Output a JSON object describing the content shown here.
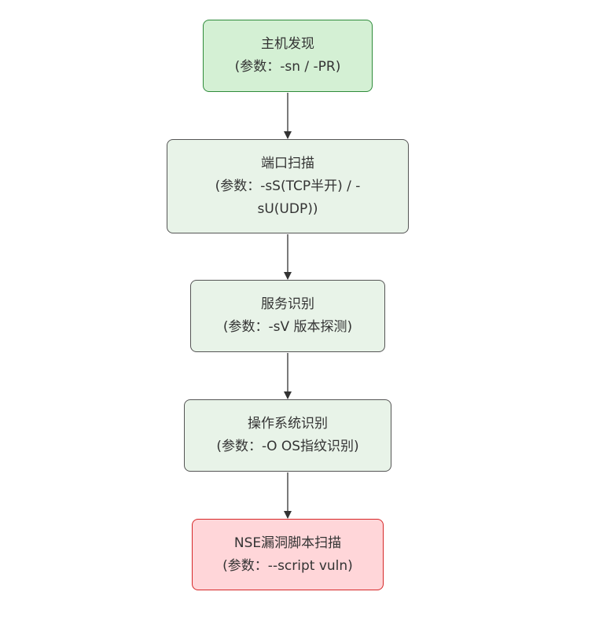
{
  "nodes": [
    {
      "title": "主机发现",
      "lines": [
        "(参数：-sn / -PR)"
      ]
    },
    {
      "title": "端口扫描",
      "lines": [
        "(参数：-sS(TCP半开) / -",
        "sU(UDP))"
      ]
    },
    {
      "title": "服务识别",
      "lines": [
        "(参数：-sV 版本探测)"
      ]
    },
    {
      "title": "操作系统识别",
      "lines": [
        "(参数：-O OS指纹识别)"
      ]
    },
    {
      "title": "NSE漏洞脚本扫描",
      "lines": [
        "(参数：--script vuln)"
      ]
    }
  ],
  "colors": {
    "start_fill": "#d4f0d4",
    "start_border": "#2e8b3a",
    "step_fill": "#e8f3e8",
    "step_border": "#555555",
    "end_fill": "#ffd6d9",
    "end_border": "#d62728",
    "edge": "#333333"
  }
}
